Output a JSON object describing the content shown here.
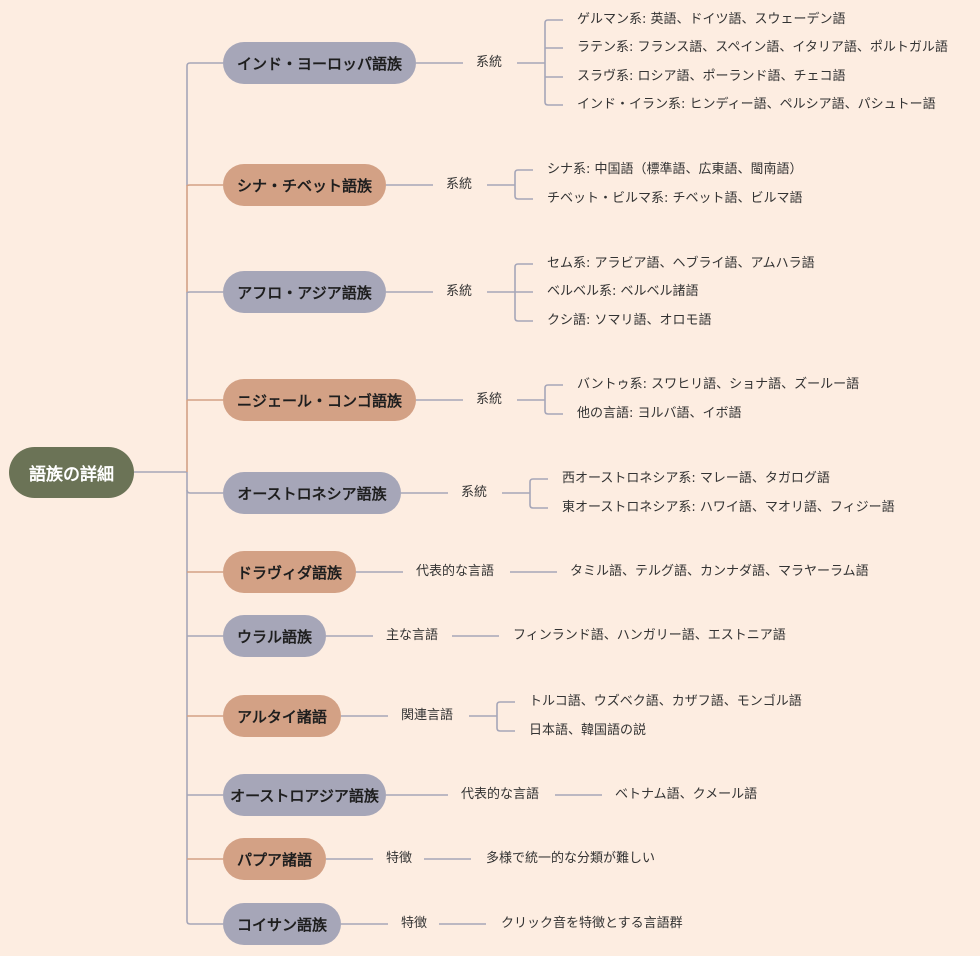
{
  "root": {
    "label": "語族の詳細",
    "color": "#6b7356"
  },
  "colors": {
    "background": "#fdede1",
    "blue_node": "#a6a6b8",
    "tan_node": "#d3a185",
    "blue_line": "#a6a6b8",
    "tan_line": "#d3a185"
  },
  "families": [
    {
      "name": "インド・ヨーロッパ語族",
      "category": "系統",
      "items": [
        "ゲルマン系: 英語、ドイツ語、スウェーデン語",
        "ラテン系: フランス語、スペイン語、イタリア語、ポルトガル語",
        "スラヴ系: ロシア語、ポーランド語、チェコ語",
        "インド・イラン系: ヒンディー語、ペルシア語、パシュトー語"
      ]
    },
    {
      "name": "シナ・チベット語族",
      "category": "系統",
      "items": [
        "シナ系: 中国語（標準語、広東語、閩南語）",
        "チベット・ビルマ系: チベット語、ビルマ語"
      ]
    },
    {
      "name": "アフロ・アジア語族",
      "category": "系統",
      "items": [
        "セム系: アラビア語、ヘブライ語、アムハラ語",
        "ベルベル系: ベルベル諸語",
        "クシ語: ソマリ語、オロモ語"
      ]
    },
    {
      "name": "ニジェール・コンゴ語族",
      "category": "系統",
      "items": [
        "バントゥ系: スワヒリ語、ショナ語、ズールー語",
        "他の言語: ヨルバ語、イボ語"
      ]
    },
    {
      "name": "オーストロネシア語族",
      "category": "系統",
      "items": [
        "西オーストロネシア系: マレー語、タガログ語",
        "東オーストロネシア系: ハワイ語、マオリ語、フィジー語"
      ]
    },
    {
      "name": "ドラヴィダ語族",
      "category": "代表的な言語",
      "items": [
        "タミル語、テルグ語、カンナダ語、マラヤーラム語"
      ]
    },
    {
      "name": "ウラル語族",
      "category": "主な言語",
      "items": [
        "フィンランド語、ハンガリー語、エストニア語"
      ]
    },
    {
      "name": "アルタイ諸語",
      "category": "関連言語",
      "items": [
        "トルコ語、ウズベク語、カザフ語、モンゴル語",
        "日本語、韓国語の説"
      ]
    },
    {
      "name": "オーストロアジア語族",
      "category": "代表的な言語",
      "items": [
        "ベトナム語、クメール語"
      ]
    },
    {
      "name": "パプア諸語",
      "category": "特徴",
      "items": [
        "多様で統一的な分類が難しい"
      ]
    },
    {
      "name": "コイサン語族",
      "category": "特徴",
      "items": [
        "クリック音を特徴とする言語群"
      ]
    }
  ]
}
